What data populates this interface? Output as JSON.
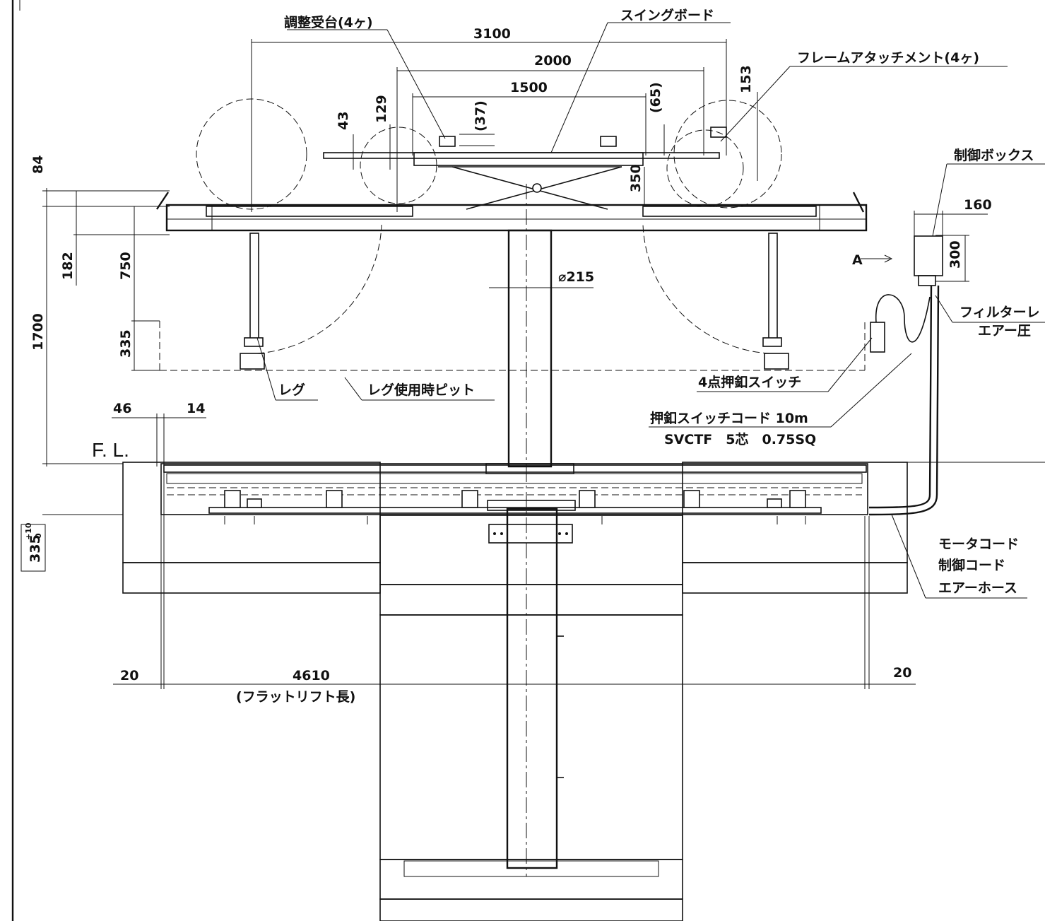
{
  "labels": {
    "adjust_base": "調整受台(4ヶ)",
    "swing_board": "スイングボード",
    "frame_attachment": "フレームアタッチメント(4ヶ)",
    "control_box": "制御ボックス",
    "filter": "フィルターレ",
    "air_pressure": "エアー圧",
    "leg": "レグ",
    "leg_pit": "レグ使用時ピット",
    "switch_4pt": "4点押釦スイッチ",
    "switch_cord": "押釦スイッチコード 10m",
    "cord_spec": "SVCTF　5芯　0.75SQ",
    "motor_cord": "モータコード",
    "control_cord": "制御コード",
    "air_hose": "エアーホース",
    "flat_lift_length": "(フラットリフト長)",
    "floor_level": "F. L.",
    "view_a": "A"
  },
  "dimensions": {
    "d3100": "3100",
    "d2000": "2000",
    "d1500": "1500",
    "d37": "(37)",
    "d43": "43",
    "d129": "129",
    "d65": "(65)",
    "d153": "153",
    "d350": "350",
    "d84": "84",
    "d182": "182",
    "d750": "750",
    "d335": "335",
    "d1700": "1700",
    "d215": "⌀215",
    "d160": "160",
    "d300": "300",
    "d46": "46",
    "d14": "14",
    "d20_left": "20",
    "d20_right": "20",
    "d4610": "4610",
    "pit_depth": "335",
    "pit_tol_upper": "+10",
    "pit_tol_lower": "0"
  }
}
